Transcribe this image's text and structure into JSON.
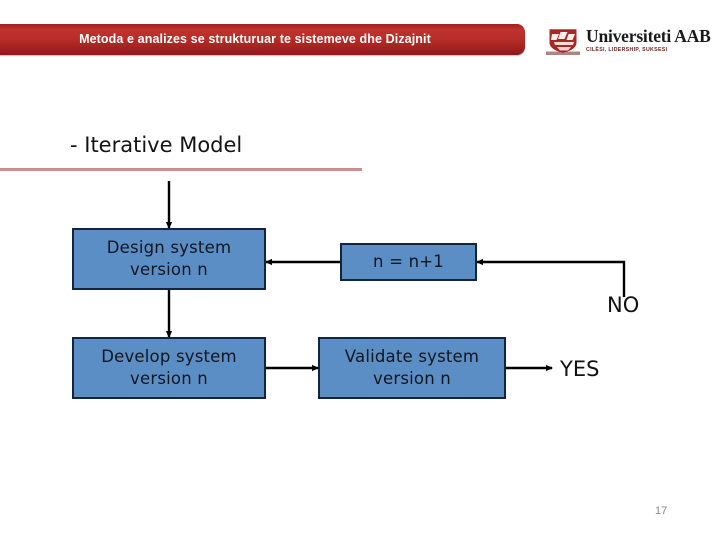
{
  "header": {
    "title": "Metoda e analizes se strukturuar te sistemeve dhe Dizajnit",
    "bar_color": "#b52c28",
    "brand_name": "Universiteti AAB",
    "brand_tagline": "CILËSI, LIDERSHIP, SUKSESI",
    "logo_icon": "aab-shield-icon"
  },
  "slide": {
    "heading": "- Iterative Model",
    "rule_color": "#cb8f8d",
    "page_number": "17"
  },
  "diagram": {
    "type": "flowchart",
    "node_fill": "#5b8ec4",
    "node_border": "#12243f",
    "nodes": [
      {
        "id": "design",
        "label": "Design system\nversion n",
        "line1": "Design system",
        "line2": "version n"
      },
      {
        "id": "counter",
        "label": "n = n+1",
        "line1": "n = n+1",
        "line2": ""
      },
      {
        "id": "develop",
        "label": "Develop system\nversion n",
        "line1": "Develop system",
        "line2": "version n"
      },
      {
        "id": "validate",
        "label": "Validate system\nversion n",
        "line1": "Validate system",
        "line2": "version n"
      }
    ],
    "edge_labels": [
      {
        "id": "no",
        "text": "NO"
      },
      {
        "id": "yes",
        "text": "YES"
      }
    ],
    "edges": [
      {
        "from": "start",
        "to": "design",
        "label": ""
      },
      {
        "from": "design",
        "to": "develop",
        "label": ""
      },
      {
        "from": "develop",
        "to": "validate",
        "label": ""
      },
      {
        "from": "validate",
        "to": "counter",
        "label": "NO"
      },
      {
        "from": "counter",
        "to": "design",
        "label": ""
      },
      {
        "from": "validate",
        "to": "exit",
        "label": "YES"
      }
    ]
  }
}
